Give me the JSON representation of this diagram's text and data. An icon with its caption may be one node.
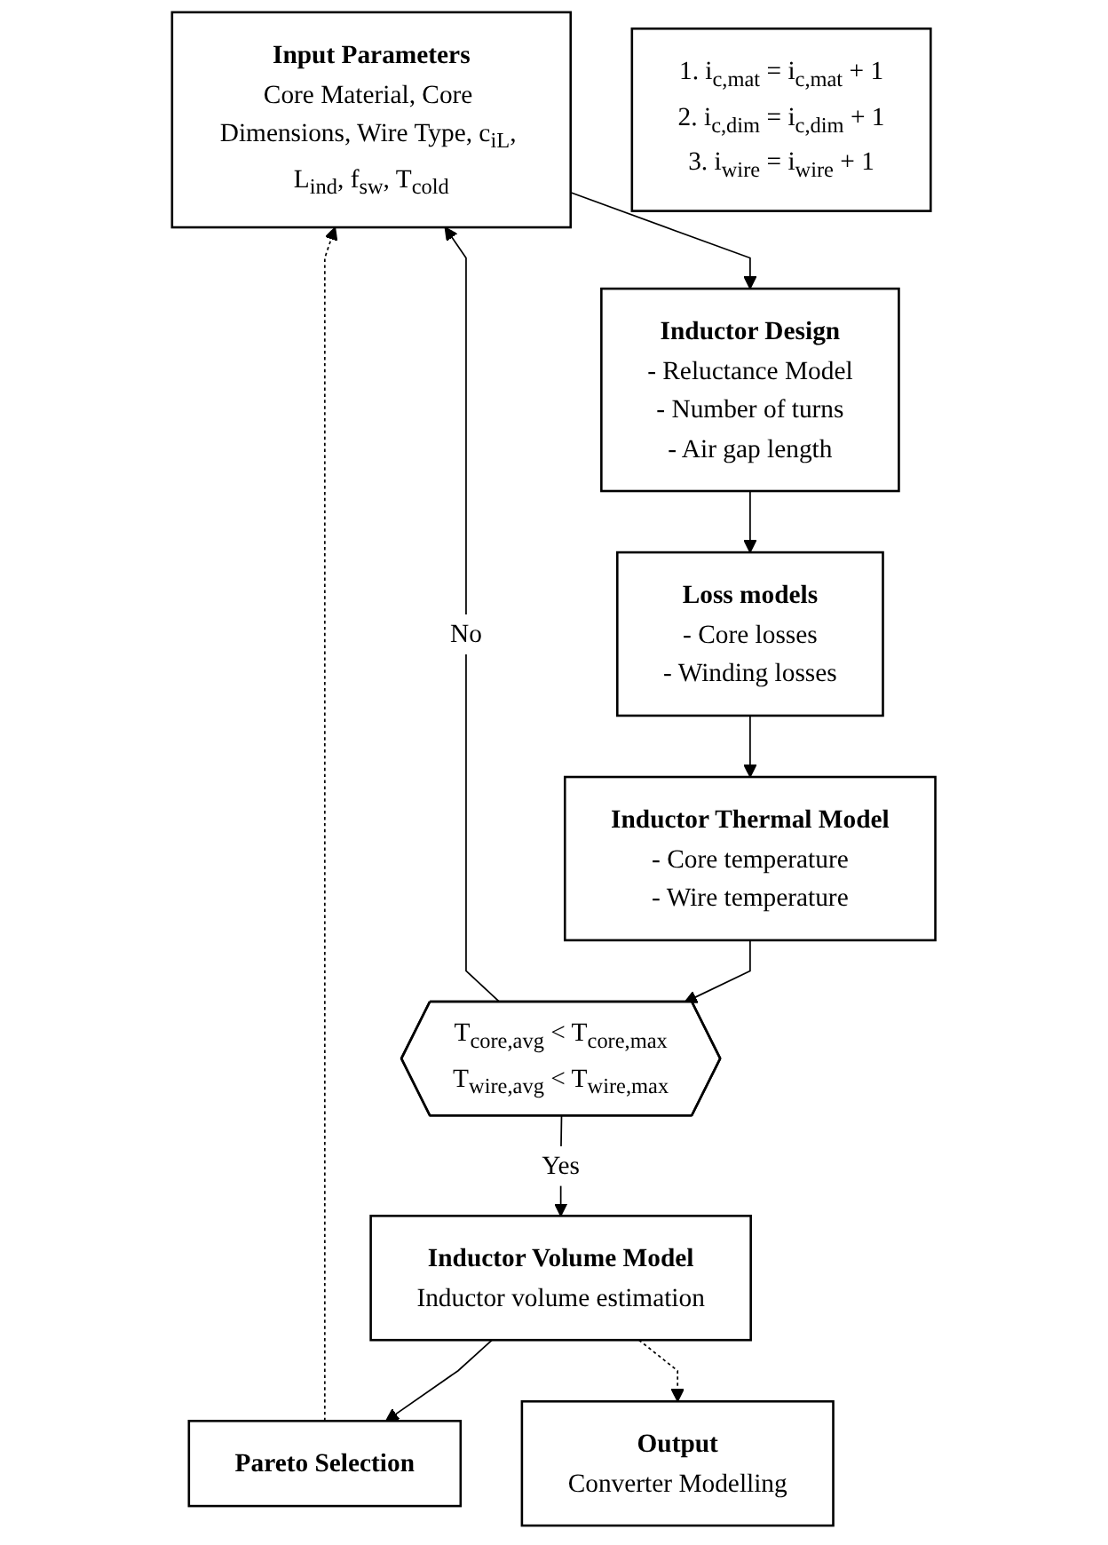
{
  "diagram": {
    "nodes": [
      {
        "text": [
          "Input Parameters",
          "Core Material, Core Dimensions, Wire Type, c$_{iL}$, L$_{ind}$, f$_{sw}$, T$_{cold}$"
        ]
      },
      {
        "text": [
          "Inductor Design",
          "- Reluctance Model",
          "- Number of turns",
          "- Air gap length"
        ]
      },
      {
        "text": [
          "Loss models",
          "- Core losses",
          "- Winding losses"
        ]
      },
      {
        "text": [
          "Inductor Thermal Model",
          "- Core temperature",
          "- Wire temperature"
        ]
      },
      {
        "text": [
          "T$_{core,avg}$ < T$_{core,max}$",
          "T$_{wire,avg}$ < T$_{wire,max}$"
        ]
      },
      {
        "text": [
          "1. i$_{c,mat}$ = i$_{c,mat}$ + 1",
          "2. i$_{c,dim}$ = i$_{c,dim}$ + 1",
          "3. i$_{wire}$ = i$_{wire}$ + 1"
        ]
      },
      {
        "text": [
          "Inductor Volume Model",
          "Inductor volume estimation"
        ]
      },
      {
        "text": [
          "Pareto Selection"
        ]
      },
      {
        "text": [
          "Output",
          "Converter Modelling"
        ]
      }
    ],
    "edges": [
      {
        "from": 0,
        "to": 1,
        "arrow": "to"
      },
      {
        "from": 1,
        "to": 2,
        "arrow": "to"
      },
      {
        "from": 2,
        "to": 3,
        "arrow": "to"
      },
      {
        "from": 3,
        "to": 4,
        "arrow": "to"
      },
      {
        "from": 4,
        "to": 0,
        "arrow": "to",
        "label": "No"
      },
      {
        "from": 4,
        "to": 6,
        "arrow": "to",
        "label": "Yes"
      },
      {
        "from": 6,
        "to": 7,
        "arrow": "to"
      },
      {
        "from": 6,
        "to": 8,
        "arrow": "to",
        "style": "dashed"
      },
      {
        "from": 7,
        "to": 0,
        "arrow": "to",
        "style": "dashed"
      }
    ]
  }
}
